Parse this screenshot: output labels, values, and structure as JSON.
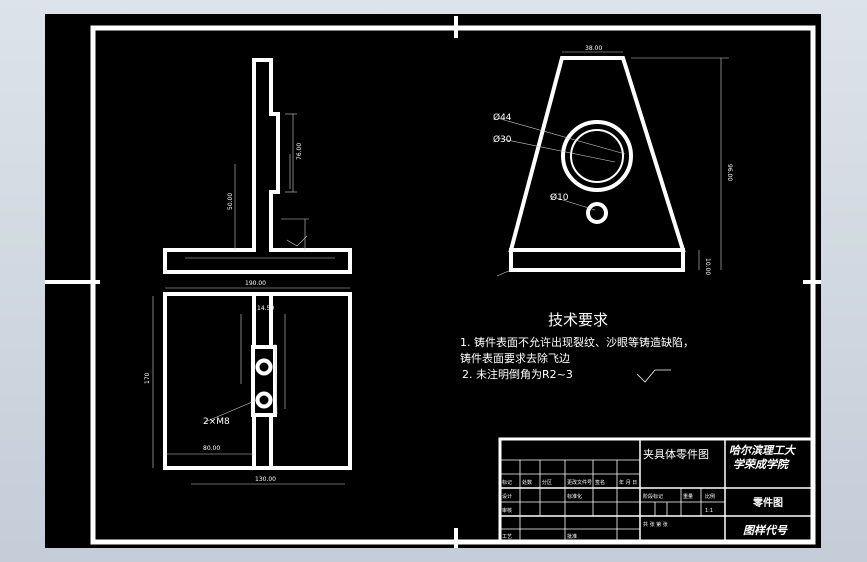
{
  "dimensions": {
    "dia_outer": "Ø44",
    "dia_inner": "Ø30",
    "dia_small": "Ø10",
    "top_width": "38.00",
    "total_height": "96.00",
    "base_thick": "10.00",
    "plan_width": "190.00",
    "plan_height": "170",
    "slot_width": "14.50",
    "bolt_spec": "2×M8",
    "left_offset": "80.00",
    "bottom_width": "130.00",
    "side_v1": "50.00",
    "side_v2": "76.00"
  },
  "tech_requirements": {
    "title": "技术要求",
    "line1": "1. 铸件表面不允许出现裂纹、沙眼等铸造缺陷，",
    "line2": "铸件表面要求去除飞边",
    "line3": "2. 未注明倒角为R2~3"
  },
  "title_block": {
    "drawing_name": "夹具体零件图",
    "school_line1": "哈尔滨理工大",
    "school_line2": "学荣成学院",
    "part_label": "零件图",
    "drawing_code": "图样代号",
    "cells": [
      "标记",
      "处数",
      "分区",
      "更改文件号",
      "签名",
      "年 月 日",
      "设计",
      "标准化",
      "阶段标记",
      "重量",
      "比例",
      "审核",
      "工艺",
      "批准",
      "共 张 第 张",
      "1:1"
    ]
  },
  "colors": {
    "background": "#000000",
    "lines": "#ffffff",
    "frame": "#c4cdd8"
  }
}
